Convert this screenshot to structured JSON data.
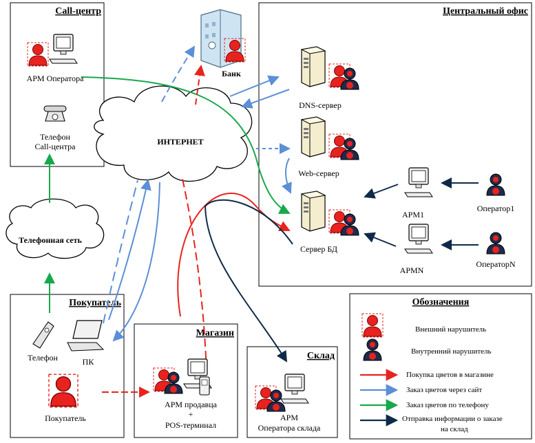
{
  "boxes": {
    "callcenter": "Call-центр",
    "office": "Центральный офис",
    "buyer": "Покупатель",
    "shop": "Магазин",
    "warehouse": "Склад",
    "legend": "Обозначения"
  },
  "nodes": {
    "arm_operator": "АРМ Оператора",
    "phone_cc_1": "Телефон",
    "phone_cc_2": "Call-центра",
    "bank": "Банк",
    "internet": "ИНТЕРНЕТ",
    "phone_net": "Телефонная сеть",
    "dns": "DNS-сервер",
    "web": "Web-сервер",
    "db": "Сервер БД",
    "arm1": "АРМ1",
    "armn": "АРМN",
    "op1": "Оператор1",
    "opn": "ОператорN",
    "phone": "Телефон",
    "pc": "ПК",
    "buyer": "Покупатель",
    "arm_seller_1": "АРМ продавца",
    "arm_seller_2": "+",
    "arm_seller_3": "POS-терминал",
    "arm_wh_1": "АРМ",
    "arm_wh_2": "Оператора склада"
  },
  "legend": {
    "external": "Внешний нарушитель",
    "internal": "Внутренний нарушитель",
    "shop_purchase": "Покупка цветов в магазине",
    "site_order": "Заказ цветов через сайт",
    "phone_order": "Заказ цветов по телефону",
    "warehouse_1": "Отправка информации о заказе",
    "warehouse_2": "на склад"
  },
  "colors": {
    "red": "#e8231f",
    "blue": "#5b8fd6",
    "green": "#17a84b",
    "navy": "#0f2a48"
  }
}
